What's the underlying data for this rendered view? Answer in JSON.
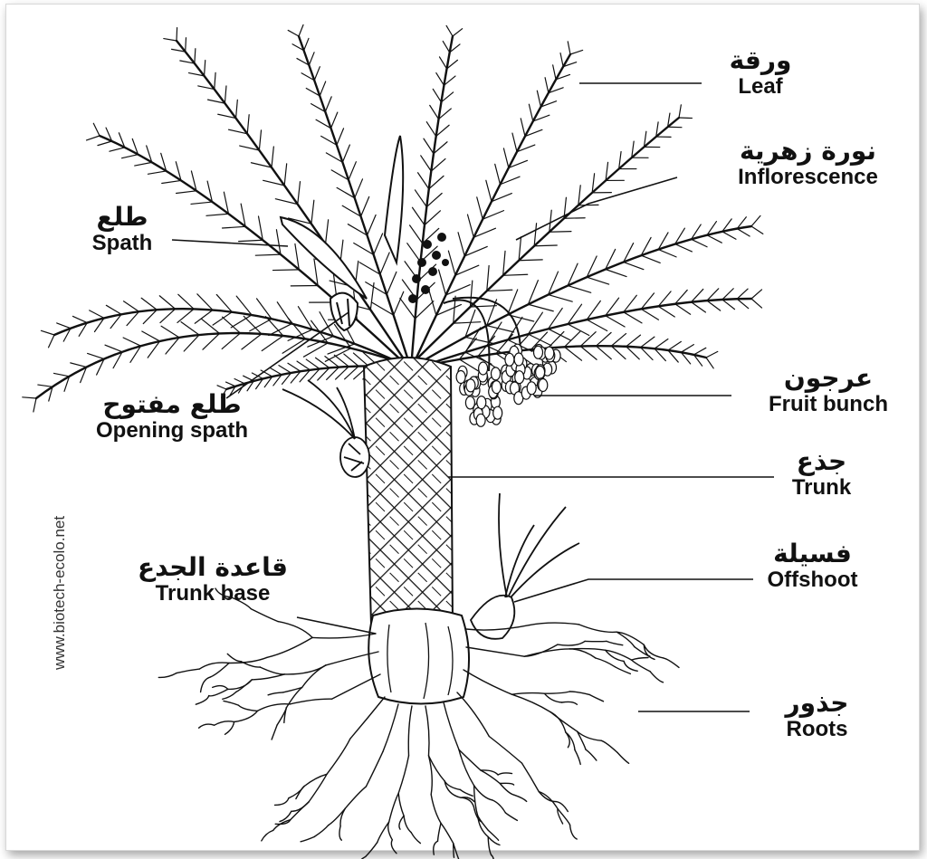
{
  "labels": {
    "leaf": {
      "ar": "ورقة",
      "en": "Leaf"
    },
    "inflorescence": {
      "ar": "نورة زهرية",
      "en": "Inflorescence"
    },
    "spath": {
      "ar": "طلع",
      "en": "Spath"
    },
    "opening_spath": {
      "ar": "طلع مفتوح",
      "en": "Opening spath"
    },
    "fruit_bunch": {
      "ar": "عرجون",
      "en": "Fruit bunch"
    },
    "trunk": {
      "ar": "جذع",
      "en": "Trunk"
    },
    "trunk_base": {
      "ar": "قاعدة الجدع",
      "en": "Trunk base"
    },
    "offshoot": {
      "ar": "فسيلة",
      "en": "Offshoot"
    },
    "roots": {
      "ar": "جذور",
      "en": "Roots"
    }
  },
  "watermark": "www.biotech-ecolo.net",
  "colors": {
    "ink": "#111111",
    "frame_border": "#d8d8d8",
    "background": "#ffffff"
  }
}
